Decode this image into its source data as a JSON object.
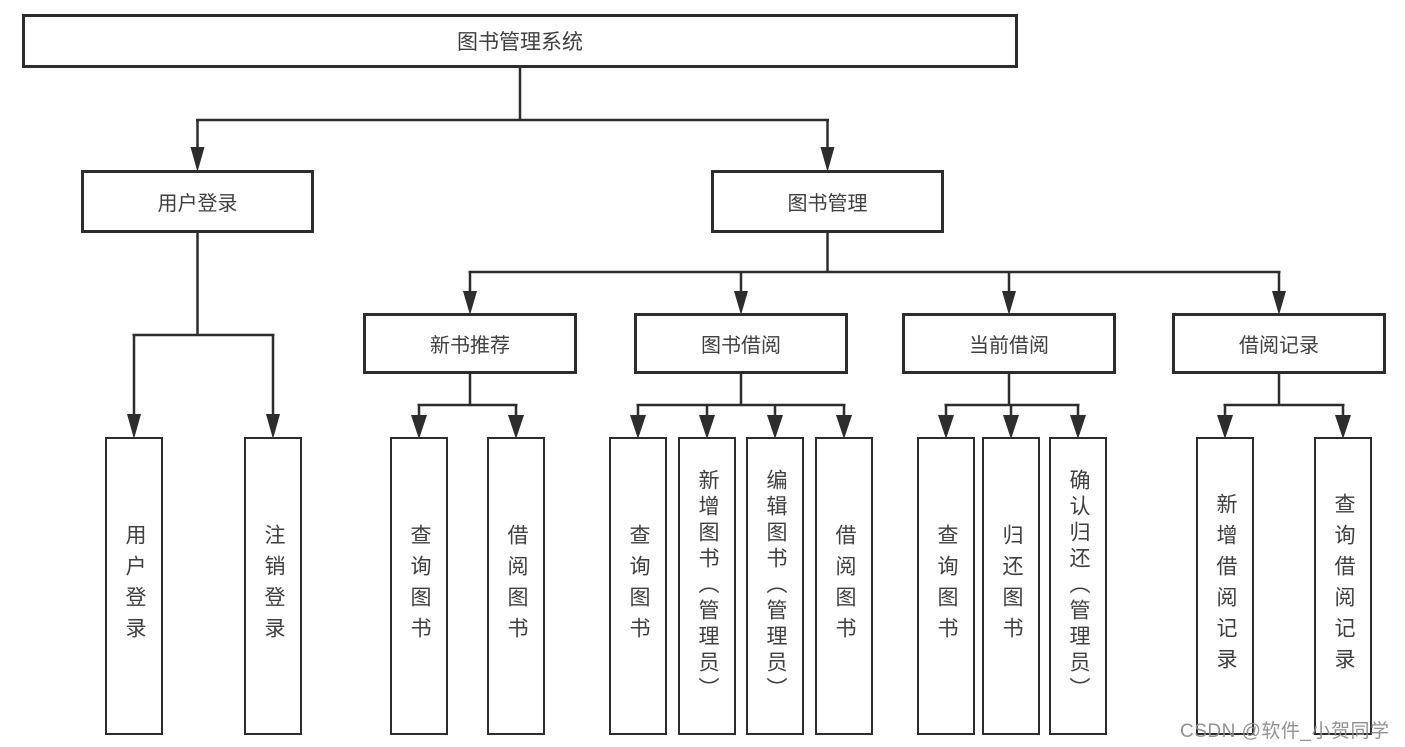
{
  "diagram": {
    "type": "hierarchy-tree",
    "root": {
      "label": "图书管理系统"
    },
    "branches": [
      {
        "label": "用户登录",
        "children": [
          {
            "label": "用户登录"
          },
          {
            "label": "注销登录"
          }
        ]
      },
      {
        "label": "图书管理",
        "sections": [
          {
            "label": "新书推荐",
            "children": [
              {
                "label": "查询图书"
              },
              {
                "label": "借阅图书"
              }
            ]
          },
          {
            "label": "图书借阅",
            "children": [
              {
                "label": "查询图书"
              },
              {
                "label": "新增图书（管理员）"
              },
              {
                "label": "编辑图书（管理员）"
              },
              {
                "label": "借阅图书"
              }
            ]
          },
          {
            "label": "当前借阅",
            "children": [
              {
                "label": "查询图书"
              },
              {
                "label": "归还图书"
              },
              {
                "label": "确认归还（管理员）"
              }
            ]
          },
          {
            "label": "借阅记录",
            "children": [
              {
                "label": "新增借阅记录"
              },
              {
                "label": "查询借阅记录"
              }
            ]
          }
        ]
      }
    ]
  },
  "colors": {
    "line": "#2d2d2d",
    "box_border": "#2d2d2d",
    "text": "#3f3f3f",
    "watermark": "#8c8c8c"
  },
  "watermark": {
    "text": "CSDN @软件_小贺同学"
  }
}
